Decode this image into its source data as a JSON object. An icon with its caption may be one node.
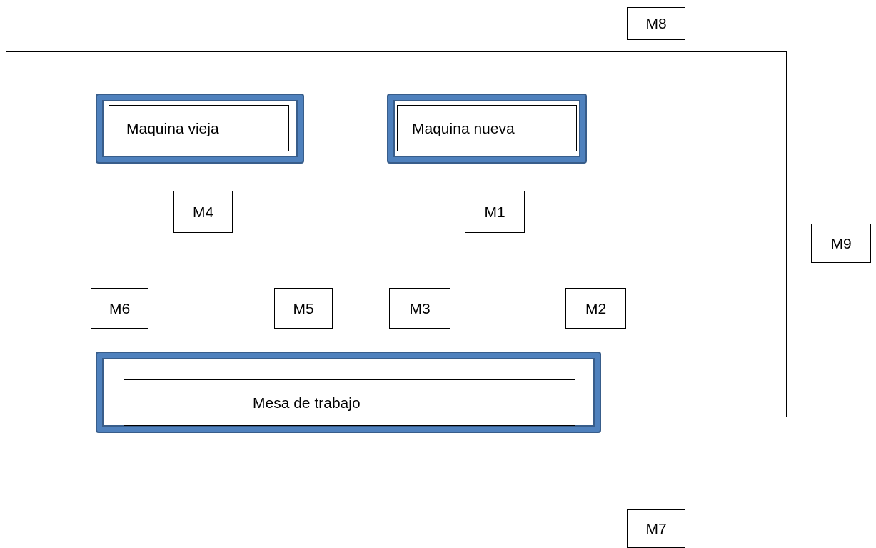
{
  "diagram": {
    "nodes": [
      {
        "text": [
          "M8"
        ]
      },
      {
        "text": [],
        "shape": "box"
      },
      {
        "text": [
          "Maquina vieja"
        ],
        "in": 1
      },
      {
        "text": [
          "Maquina nueva"
        ],
        "in": 1
      },
      {
        "text": [
          "M4"
        ],
        "in": 1
      },
      {
        "text": [
          "M1"
        ],
        "in": 1
      },
      {
        "text": [
          "M9"
        ]
      },
      {
        "text": [
          "M6"
        ],
        "in": 1
      },
      {
        "text": [
          "M5"
        ],
        "in": 1
      },
      {
        "text": [
          "M3"
        ],
        "in": 1
      },
      {
        "text": [
          "M2"
        ],
        "in": 1
      },
      {
        "text": [
          "Mesa de trabajo"
        ]
      },
      {
        "text": [
          "M7"
        ]
      }
    ],
    "edges": []
  }
}
